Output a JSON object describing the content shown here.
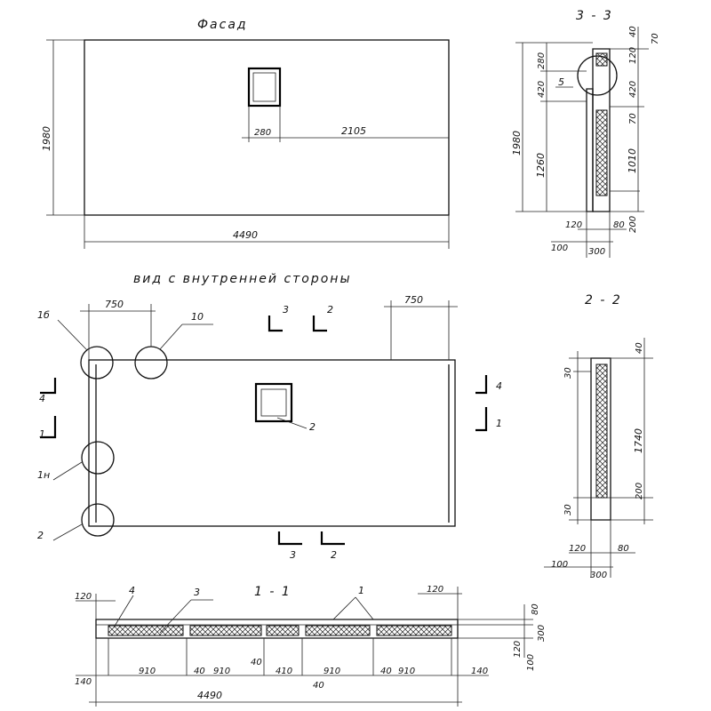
{
  "titles": {
    "facade": "Фасад",
    "inner_view": "вид с внутренней стороны",
    "sec33": "3 - 3",
    "sec22": "2 - 2",
    "sec11": "1 - 1"
  },
  "facade": {
    "height": "1980",
    "width": "4490",
    "window_w": "280",
    "window_off": "2105"
  },
  "inner": {
    "dim_left": "750",
    "dim_right": "750",
    "callout_1b": "1б",
    "callout_10": "10",
    "callout_1n": "1н",
    "callout_2a": "2",
    "callout_2b": "2",
    "cut_3_top": "3",
    "cut_2_top": "2",
    "cut_3_bot": "3",
    "cut_2_bot": "2",
    "cut_4_left": "4",
    "cut_1_left": "1",
    "cut_4_right": "4",
    "cut_1_right": "1"
  },
  "sec33": {
    "d40": "40",
    "d70a": "70",
    "d120": "120",
    "d280": "280",
    "d420a": "420",
    "d420b": "420",
    "d70b": "70",
    "d1010": "1010",
    "d1980": "1980",
    "d1260": "1260",
    "d200": "200",
    "d80": "80",
    "d120b": "120",
    "d100": "100",
    "d300": "300",
    "callout5": "5"
  },
  "sec22": {
    "d40": "40",
    "d30a": "30",
    "d1740": "1740",
    "d200": "200",
    "d30b": "30",
    "d120": "120",
    "d80": "80",
    "d100": "100",
    "d300": "300"
  },
  "sec11": {
    "d120l": "120",
    "d120r": "120",
    "c4": "4",
    "c3": "3",
    "c1": "1",
    "d80": "80",
    "d300": "300",
    "d120v": "120",
    "d100v": "100",
    "d140l": "140",
    "d910a": "910",
    "d40a": "40",
    "d910b": "910",
    "d40top": "40",
    "d410": "410",
    "d910c": "910",
    "d40b": "40",
    "d910d": "910",
    "d140r": "140",
    "d40mid": "40",
    "d4490": "4490"
  }
}
